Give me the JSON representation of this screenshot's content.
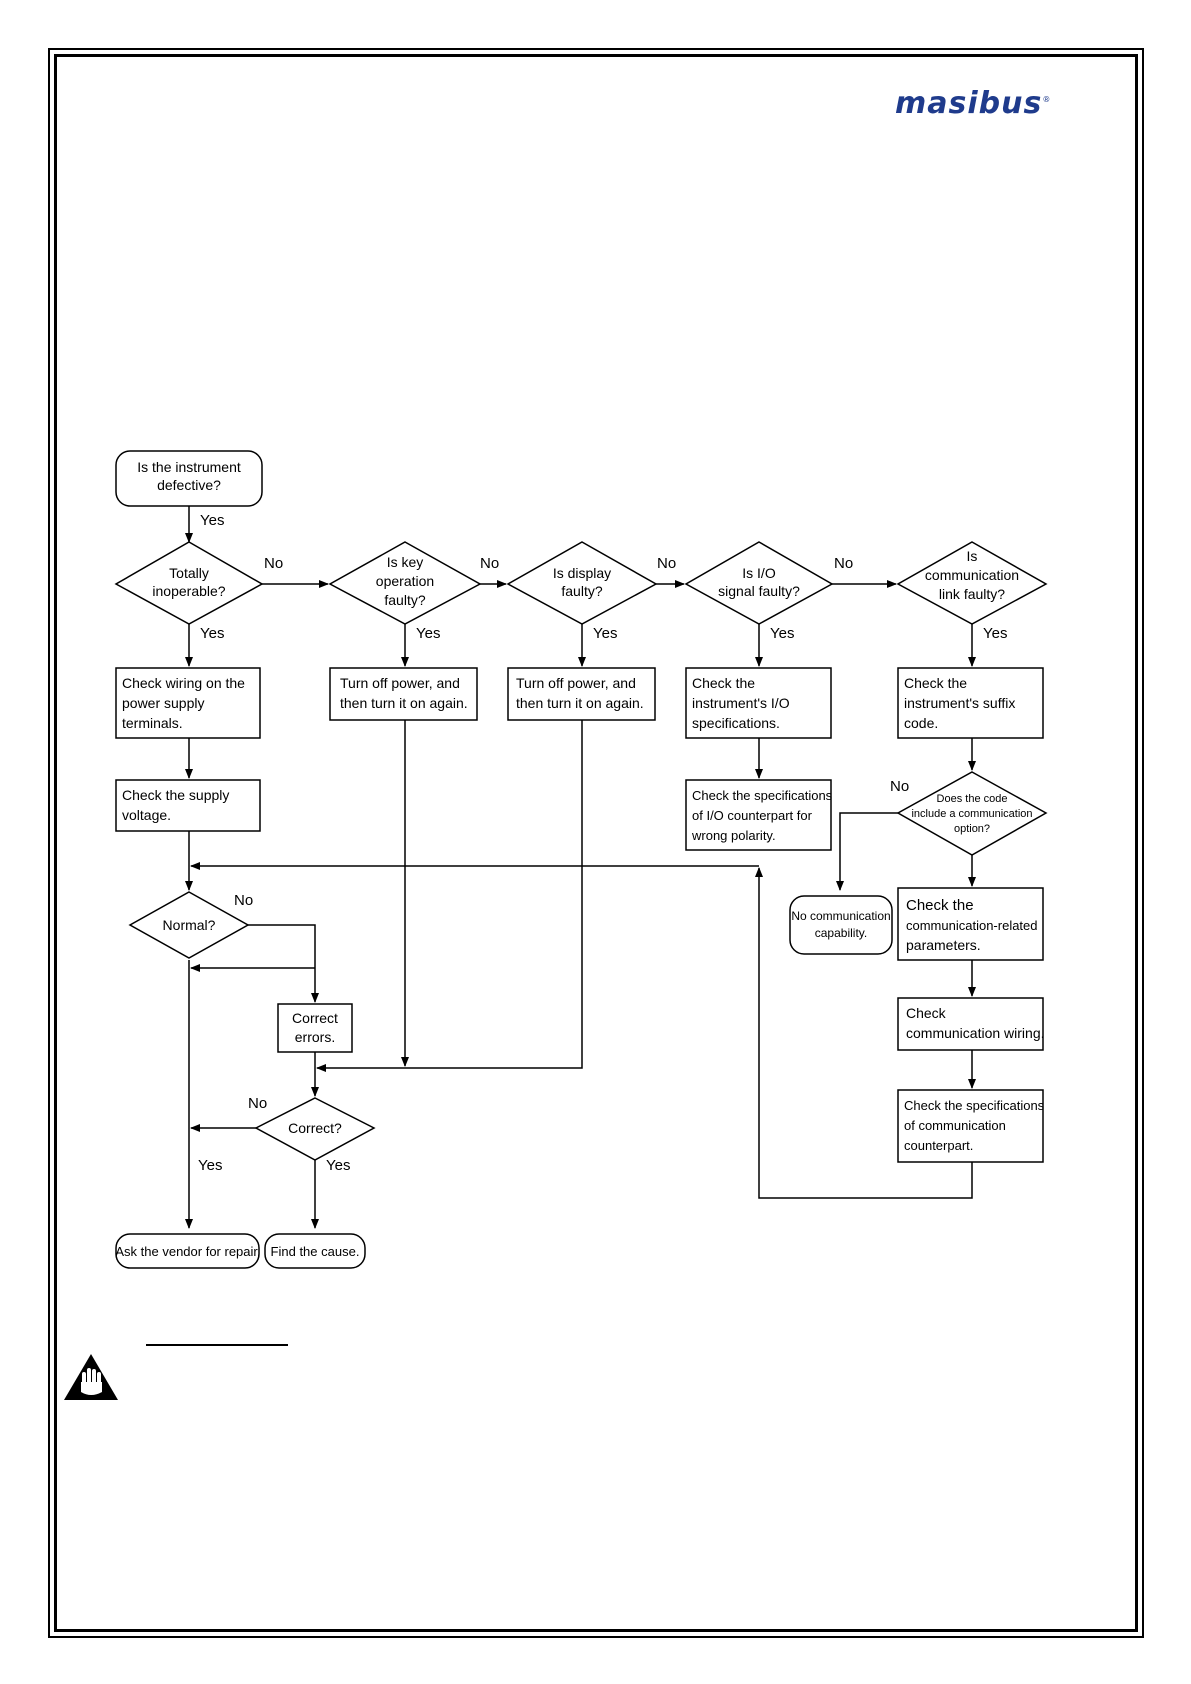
{
  "brand": {
    "name": "masibus",
    "mark": "®"
  },
  "flowchart": {
    "nodes": {
      "start": [
        "Is the instrument",
        "defective?"
      ],
      "totally": [
        "Totally",
        "inoperable?"
      ],
      "key": [
        "Is key",
        "operation",
        "faulty?"
      ],
      "display": [
        "Is display",
        "faulty?"
      ],
      "io": [
        "Is I/O",
        "signal faulty?"
      ],
      "comm": [
        "Is",
        "communication",
        "link faulty?"
      ],
      "wiring": [
        "Check wiring on the",
        "power supply",
        "terminals."
      ],
      "supply": [
        "Check the supply",
        "voltage."
      ],
      "power_key": [
        "Turn off power, and",
        "then turn it on again."
      ],
      "power_display": [
        "Turn off power, and",
        "then turn it on again."
      ],
      "io_spec": [
        "Check the",
        "instrument's I/O",
        "specifications."
      ],
      "io_polarity": [
        "Check the specifications",
        "of I/O counterpart for",
        "wrong polarity."
      ],
      "suffix": [
        "Check the",
        "instrument's suffix",
        "code."
      ],
      "code_option": [
        "Does the code",
        "include a communication",
        "option?"
      ],
      "no_comm": [
        "No communication",
        "capability."
      ],
      "comm_params": [
        "Check the",
        "communication-related",
        "parameters."
      ],
      "comm_wiring": [
        "Check",
        "communication wiring."
      ],
      "comm_counter": [
        "Check the specifications",
        "of communication",
        "counterpart."
      ],
      "normal": [
        "Normal?"
      ],
      "correct_errors": [
        "Correct",
        "errors."
      ],
      "correct": [
        "Correct?"
      ],
      "vendor": [
        "Ask the vendor for repair."
      ],
      "cause": [
        "Find the cause."
      ]
    },
    "edges": {
      "yes": "Yes",
      "no": "No"
    }
  },
  "icons": {
    "warning": "hand-stop-warning-icon"
  }
}
